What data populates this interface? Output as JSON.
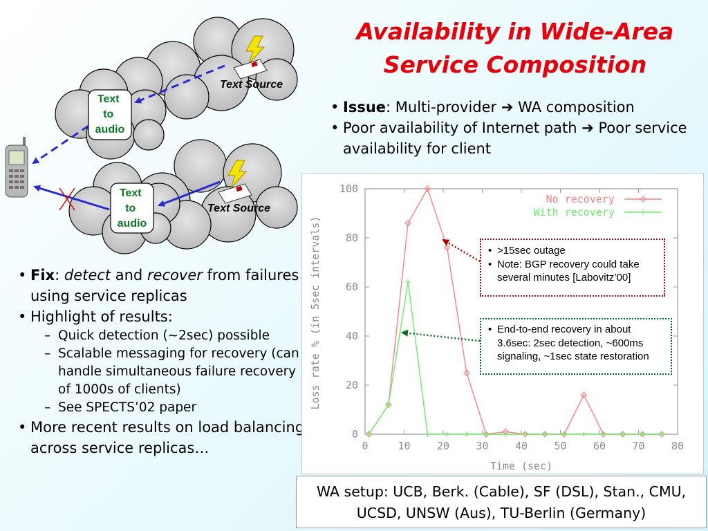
{
  "slide": {
    "title_line1": "Availability in Wide-Area",
    "title_line2": "Service Composition",
    "top_bullets": [
      {
        "bold": "Issue",
        "text": ": Multi-provider ➔ WA composition"
      },
      {
        "bold": "",
        "text": "Poor availability of Internet path ➔ Poor service availability for client"
      }
    ],
    "left_bullets": {
      "fix_bold": "Fix",
      "fix_colon": ": ",
      "fix_detect": "detect",
      "fix_and": " and ",
      "fix_recover": "recover",
      "fix_rest": " from failures using service replicas",
      "highlight": "Highlight of results:",
      "subs": [
        "Quick detection (~2sec) possible",
        "Scalable messaging for recovery (can handle simultaneous failure recovery of 1000s of clients)",
        "See SPECTS’02 paper"
      ],
      "more": "More recent results on load balancing across service replicas…"
    },
    "caption": "WA setup: UCB, Berk. (Cable), SF (DSL), Stan., CMU, UCSD, UNSW (Aus), TU-Berlin (Germany)",
    "note1": [
      ">15sec outage",
      "Note: BGP recovery could take several minutes [Labovitz’00]"
    ],
    "note2": [
      "End-to-end recovery in about 3.6sec: 2sec detection, ~600ms signaling, ~1sec state restoration"
    ],
    "diagram": {
      "cloud_label_top": [
        "Text",
        "to",
        "audio"
      ],
      "cloud_label_bottom": [
        "Text",
        "to",
        "audio"
      ],
      "source_top": "Text Source",
      "source_bottom": "Text Source"
    },
    "colors": {
      "title": "#e8000b",
      "no_recovery": "#ff8080",
      "with_recovery": "#66ee66",
      "arrow": "#2a2ad4",
      "failure_mark": "#e00000"
    }
  },
  "chart_data": {
    "type": "line",
    "xlabel": "Time (sec)",
    "ylabel": "Loss rate % (in 5sec intervals)",
    "xlim": [
      0,
      80
    ],
    "ylim": [
      0,
      100
    ],
    "xticks": [
      0,
      10,
      20,
      30,
      40,
      50,
      60,
      70,
      80
    ],
    "yticks": [
      0,
      20,
      40,
      60,
      80,
      100
    ],
    "legend_position": "top-right",
    "series": [
      {
        "name": "No recovery",
        "color": "#ff8080",
        "marker": "diamond",
        "x": [
          1,
          6,
          11,
          16,
          21,
          26,
          31,
          36,
          41,
          46,
          51,
          56,
          61,
          66,
          71,
          76
        ],
        "y": [
          0,
          12,
          86,
          100,
          76,
          25,
          0,
          1,
          0,
          0,
          0,
          16,
          0,
          0,
          0,
          0
        ]
      },
      {
        "name": "With recovery",
        "color": "#66ee66",
        "marker": "plus",
        "x": [
          1,
          6,
          11,
          16,
          21,
          26,
          31,
          36,
          41,
          46,
          51,
          56,
          61,
          66,
          71,
          76
        ],
        "y": [
          0,
          12,
          62,
          0,
          0,
          0,
          0,
          0,
          0,
          0,
          0,
          0,
          0,
          0,
          0,
          0
        ]
      }
    ]
  }
}
